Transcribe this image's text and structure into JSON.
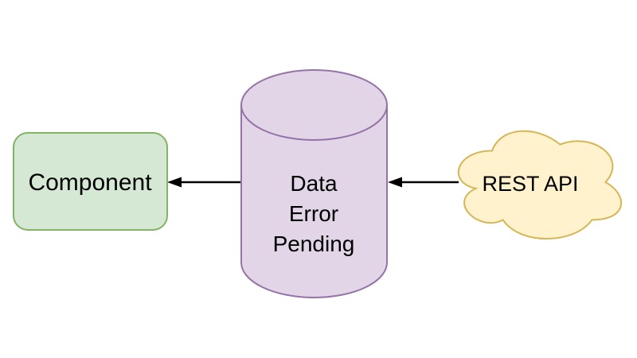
{
  "diagram": {
    "component": {
      "label": "Component"
    },
    "data_store": {
      "lines": [
        "Data",
        "Error",
        "Pending"
      ]
    },
    "api": {
      "label": "REST API"
    },
    "colors": {
      "background": "#ffffff",
      "component_fill": "#d5e8d4",
      "component_stroke": "#82b366",
      "cylinder_fill": "#e1d5e7",
      "cylinder_stroke": "#9673a6",
      "cloud_fill": "#fff2cc",
      "cloud_stroke": "#d6b656",
      "arrow": "#000000",
      "text": "#000000"
    }
  }
}
